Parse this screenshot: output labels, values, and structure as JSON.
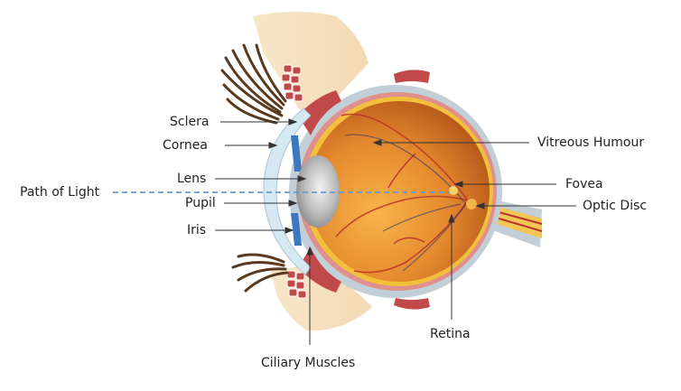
{
  "labels": {
    "sclera": "Sclera",
    "cornea": "Cornea",
    "lens": "Lens",
    "path_of_light": "Path of Light",
    "pupil": "Pupil",
    "iris": "Iris",
    "vitreous_humour": "Vitreous Humour",
    "fovea": "Fovea",
    "optic_disc": "Optic Disc",
    "retina": "Retina",
    "ciliary_muscles": "Ciliary Muscles"
  },
  "colors": {
    "skin": "#f7e3c4",
    "eyelash": "#5a3a1e",
    "sclera_outer": "#c3cfd8",
    "choroid": "#e0908c",
    "retina_layer": "#f2c03a",
    "vitreous_light": "#f6a840",
    "vitreous_dark": "#b85618",
    "lens": "#b5b5b5",
    "iris": "#3a78c0",
    "cornea": "#d6e8f2",
    "optic_nerve": "#f2c654",
    "vessel": "#b8332c",
    "light_path": "#6a9ad0",
    "pointer": "#333333",
    "muscle": "#c2494a"
  }
}
